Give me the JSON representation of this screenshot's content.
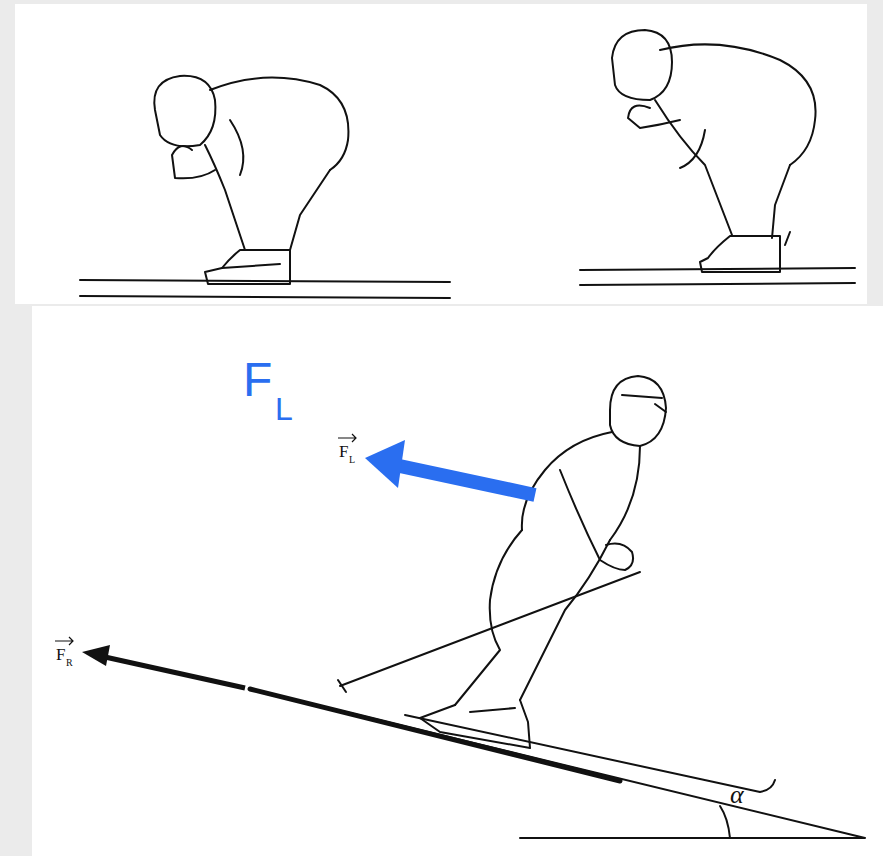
{
  "diagram": {
    "labels": [
      "F",
      "L",
      "F",
      "L",
      "F",
      "R",
      "α"
    ]
  }
}
